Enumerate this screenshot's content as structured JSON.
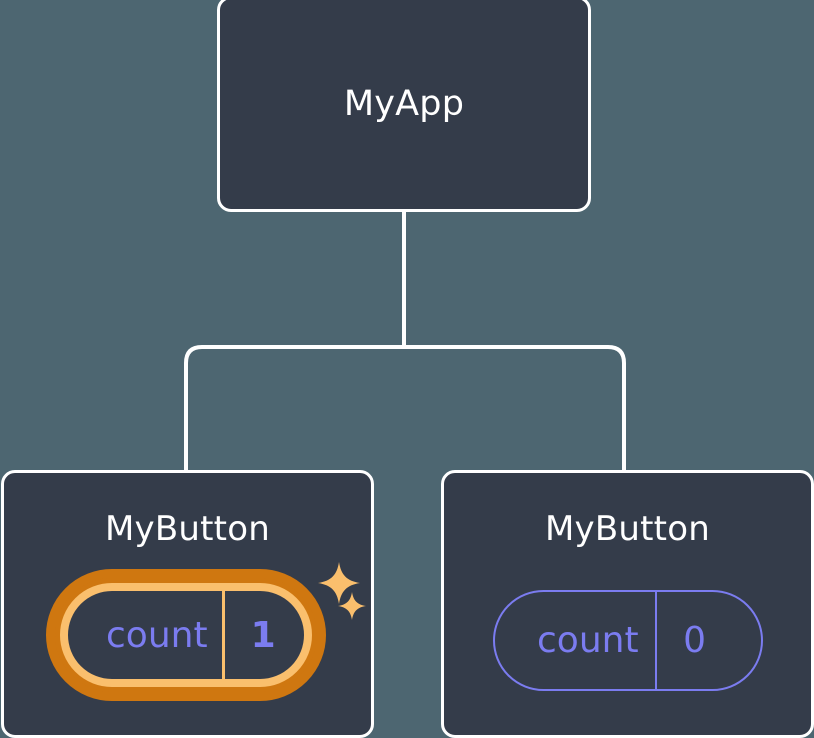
{
  "diagram": {
    "type": "component-tree",
    "background_color": "#4d6671",
    "card_color": "#343c4a",
    "card_border_color": "#ffffff",
    "state_color": "#7b7cf0",
    "highlight_color_outer": "#cf7710",
    "highlight_color_inner": "#fabf6d",
    "root": {
      "label": "MyApp"
    },
    "children": [
      {
        "label": "MyButton",
        "state": {
          "key": "count",
          "value": "1"
        },
        "highlighted": true,
        "sparkles": 2
      },
      {
        "label": "MyButton",
        "state": {
          "key": "count",
          "value": "0"
        },
        "highlighted": false,
        "sparkles": 0
      }
    ]
  },
  "icons": {
    "sparkle_large": "sparkle-icon",
    "sparkle_small": "sparkle-icon"
  }
}
